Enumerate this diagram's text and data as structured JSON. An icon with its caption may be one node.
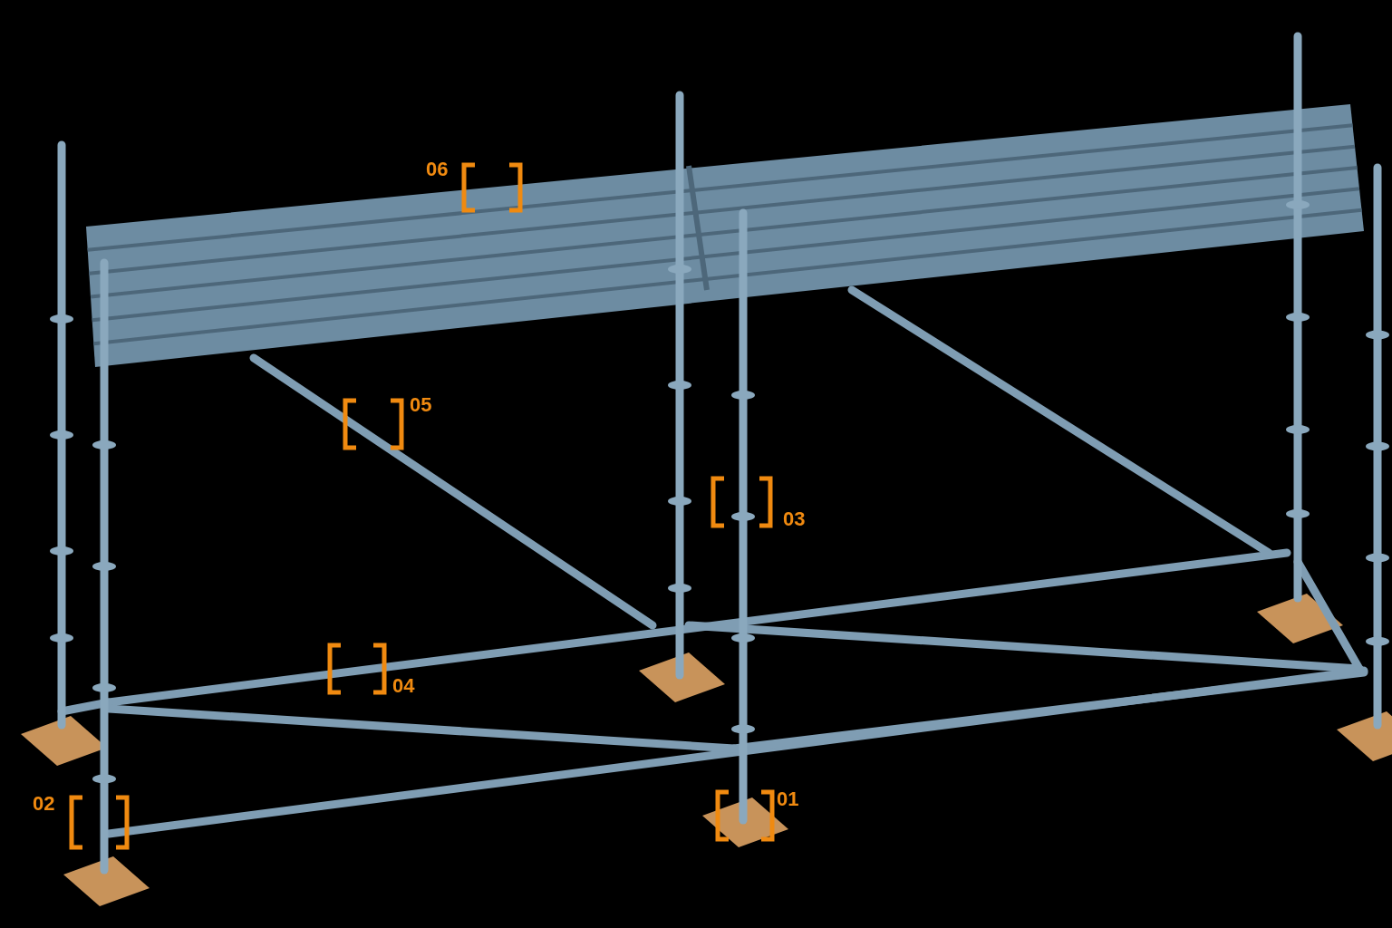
{
  "diagram": {
    "labels": [
      "06",
      "05",
      "03",
      "04",
      "02",
      "01"
    ]
  }
}
